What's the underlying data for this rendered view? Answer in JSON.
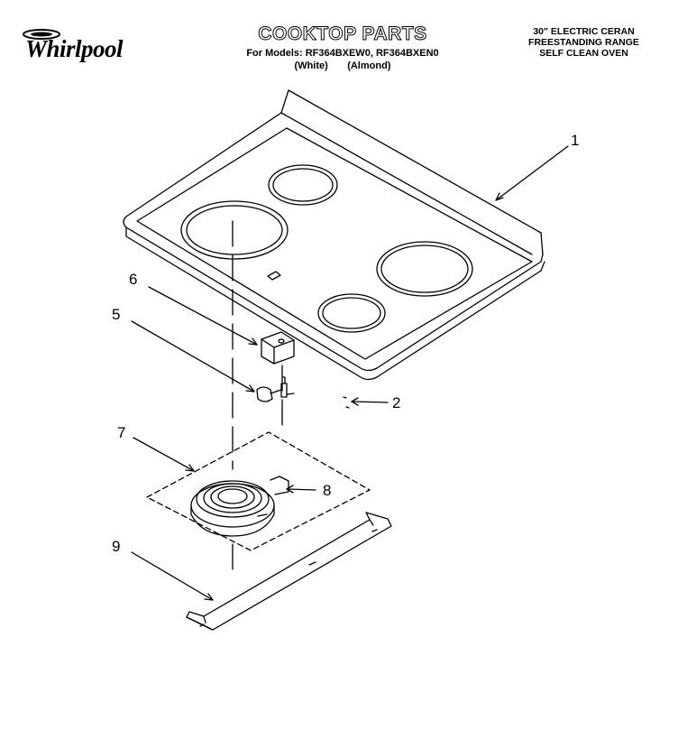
{
  "header": {
    "brand": "Whirlpool",
    "title": "COOKTOP PARTS",
    "models_line": "For Models: RF364BXEW0, RF364BXEN0",
    "colors_white": "(White)",
    "colors_almond": "(Almond)",
    "product_line1": "30\" ELECTRIC CERAN",
    "product_line2": "FREESTANDING RANGE",
    "product_line3": "SELF CLEAN OVEN"
  },
  "callouts": {
    "c1": "1",
    "c2": "2",
    "c5": "5",
    "c6": "6",
    "c7": "7",
    "c8": "8",
    "c9": "9"
  }
}
